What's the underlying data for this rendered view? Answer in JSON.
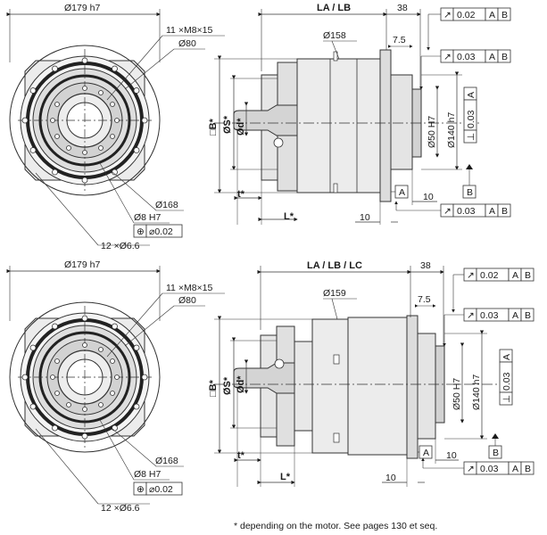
{
  "top": {
    "front": {
      "dia_outer": "Ø179 h7",
      "thread": "11 ×M8×15",
      "dia_pitch": "Ø80",
      "dia_flange": "Ø168",
      "dia_bore": "Ø8 H7",
      "position_tol": "⌀0.02",
      "holes": "12 ×Ø6.6"
    },
    "side": {
      "length": "LA / LB",
      "flange_len": "38",
      "dia_body": "Ø158",
      "step": "7.5",
      "runout_a": "0.02",
      "runout_b": "0.03",
      "runout_c": "0.03",
      "square": "□B*",
      "dia_s": "ØS*",
      "dia_d": "Ød*",
      "dia_shaft": "Ø50 H7",
      "dia_pilot": "Ø140 h7",
      "perp": "0.03",
      "t": "t*",
      "l": "L*",
      "dim10a": "10",
      "dim10b": "10",
      "datum_a": "A",
      "datum_b": "B"
    }
  },
  "bottom": {
    "front": {
      "dia_outer": "Ø179 h7",
      "thread": "11 ×M8×15",
      "dia_pitch": "Ø80",
      "dia_flange": "Ø168",
      "dia_bore": "Ø8 H7",
      "position_tol": "⌀0.02",
      "holes": "12 ×Ø6.6"
    },
    "side": {
      "length": "LA / LB / LC",
      "flange_len": "38",
      "dia_body": "Ø159",
      "step": "7.5",
      "runout_a": "0.02",
      "runout_b": "0.03",
      "runout_c": "0.03",
      "square": "□B*",
      "dia_s": "ØS*",
      "dia_d": "Ød*",
      "dia_shaft": "Ø50 H7",
      "dia_pilot": "Ø140 h7",
      "perp": "0.03",
      "t": "t*",
      "l": "L*",
      "dim10a": "10",
      "dim10b": "10",
      "datum_a": "A",
      "datum_b": "B"
    }
  },
  "footnote": "* depending on the motor. See pages 130 et seq."
}
